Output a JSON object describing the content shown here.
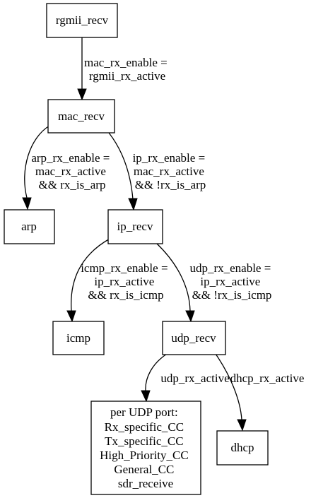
{
  "nodes": {
    "rgmii_recv": {
      "lines": [
        "rgmii_recv"
      ]
    },
    "mac_recv": {
      "lines": [
        "mac_recv"
      ]
    },
    "arp": {
      "lines": [
        "arp"
      ]
    },
    "ip_recv": {
      "lines": [
        "ip_recv"
      ]
    },
    "icmp": {
      "lines": [
        "icmp"
      ]
    },
    "udp_recv": {
      "lines": [
        "udp_recv"
      ]
    },
    "udp_ports": {
      "lines": [
        "per UDP port:",
        "Rx_specific_CC",
        "Tx_specific_CC",
        "High_Priority_CC",
        "General_CC",
        "sdr_receive"
      ]
    },
    "dhcp": {
      "lines": [
        "dhcp"
      ]
    }
  },
  "edges": {
    "rgmii_to_mac": {
      "from": "rgmii_recv",
      "to": "mac_recv",
      "lines": [
        "mac_rx_enable =",
        "rgmii_rx_active"
      ]
    },
    "mac_to_arp": {
      "from": "mac_recv",
      "to": "arp",
      "lines": [
        "arp_rx_enable =",
        "mac_rx_active",
        "&& rx_is_arp"
      ]
    },
    "mac_to_ip": {
      "from": "mac_recv",
      "to": "ip_recv",
      "lines": [
        "ip_rx_enable =",
        "mac_rx_active",
        "&& !rx_is_arp"
      ]
    },
    "ip_to_icmp": {
      "from": "ip_recv",
      "to": "icmp",
      "lines": [
        "icmp_rx_enable =",
        "ip_rx_active",
        "&& rx_is_icmp"
      ]
    },
    "ip_to_udp": {
      "from": "ip_recv",
      "to": "udp_recv",
      "lines": [
        "udp_rx_enable =",
        "ip_rx_active",
        "&& !rx_is_icmp"
      ]
    },
    "udp_to_ports": {
      "from": "udp_recv",
      "to": "udp_ports",
      "lines": [
        "udp_rx_active"
      ]
    },
    "udp_to_dhcp": {
      "from": "udp_recv",
      "to": "dhcp",
      "lines": [
        "dhcp_rx_active"
      ]
    }
  }
}
